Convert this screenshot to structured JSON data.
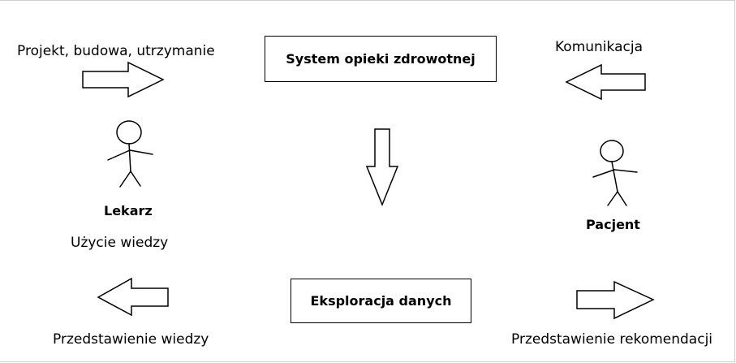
{
  "boxes": {
    "healthcare_system": "System opieki zdrowotnej",
    "data_exploration": "Eksploracja danych"
  },
  "labels": {
    "design_build_maintain": "Projekt, budowa, utrzymanie",
    "communication": "Komunikacja",
    "doctor": "Lekarz",
    "knowledge_use": "Użycie wiedzy",
    "patient": "Pacjent",
    "knowledge_presentation": "Przedstawienie wiedzy",
    "recommendation_presentation": "Przedstawienie rekomendacji"
  },
  "icons": {
    "doctor_figure": "stick-figure-icon",
    "patient_figure": "stick-figure-icon",
    "arrows": [
      "arrow-right-icon",
      "arrow-left-icon",
      "arrow-down-icon",
      "arrow-left-icon",
      "arrow-right-icon"
    ]
  }
}
